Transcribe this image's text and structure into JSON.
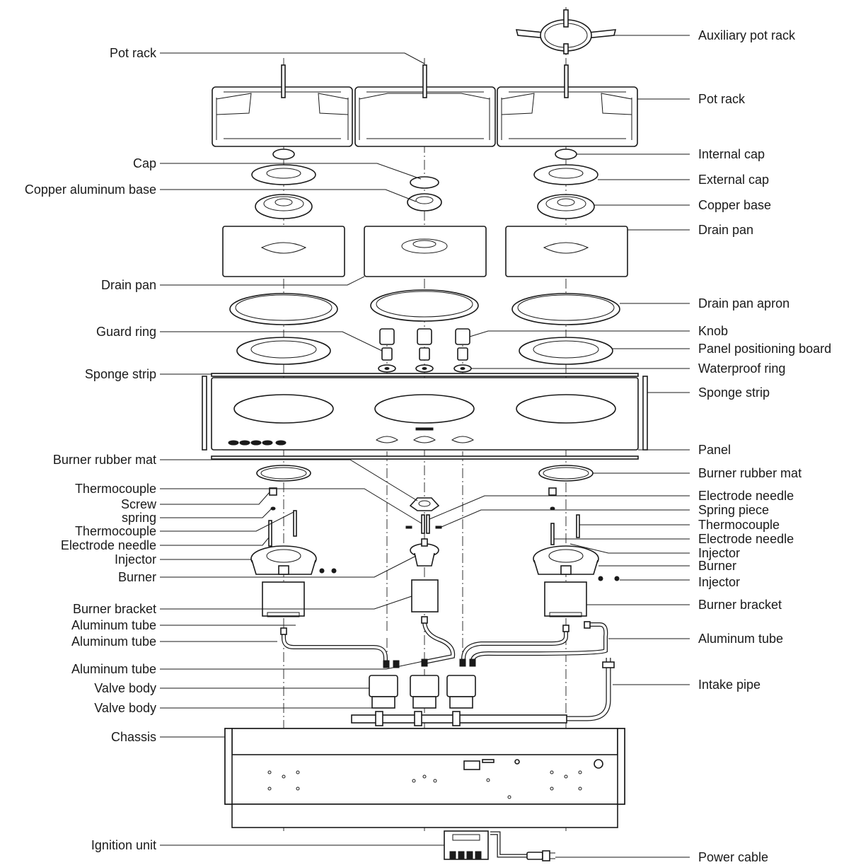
{
  "labels_left": [
    "Pot rack",
    "Cap",
    "Copper aluminum base",
    "Drain pan",
    "Guard ring",
    "Sponge strip",
    "Burner rubber mat",
    "Thermocouple",
    "Screw",
    "spring",
    "Thermocouple",
    "Electrode needle",
    "Injector",
    "Burner",
    "Burner bracket",
    "Aluminum tube",
    "Aluminum tube",
    "Aluminum tube",
    "Valve body",
    "Valve body",
    "Chassis",
    "Ignition unit"
  ],
  "labels_right": [
    "Auxiliary pot rack",
    "Pot rack",
    "Internal cap",
    "External cap",
    "Copper base",
    "Drain pan",
    "Drain pan apron",
    "Knob",
    "Panel positioning board",
    "Waterproof ring",
    "Sponge strip",
    "Panel",
    "Burner rubber mat",
    "Electrode needle",
    "Spring piece",
    "Thermocouple",
    "Electrode needle",
    "Injector",
    "Burner",
    "Injector",
    "Burner bracket",
    "Aluminum tube",
    "Intake pipe",
    "Power cable"
  ]
}
